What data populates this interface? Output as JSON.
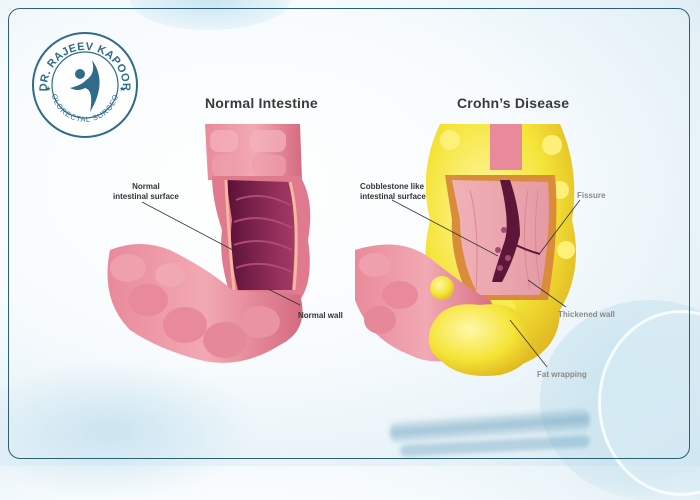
{
  "brand": {
    "name": "DR. RAJEEV KAPOOR",
    "subtitle": "COLORECTAL SURGEON",
    "color": "#2f6b8a"
  },
  "panels": [
    {
      "title": "Normal Intestine",
      "labels": [
        {
          "line1": "Normal",
          "line2": "intestinal surface"
        },
        {
          "line1": "Normal wall"
        }
      ]
    },
    {
      "title": "Crohn’s Disease",
      "labels": [
        {
          "line1": "Cobblestone like",
          "line2": "intestinal surface"
        },
        {
          "line1": "Fissure"
        },
        {
          "line1": "Thickened wall"
        },
        {
          "line1": "Fat wrapping"
        }
      ]
    }
  ],
  "colors": {
    "frame": "#2c5f74",
    "intestine_pink": "#e07a8e",
    "intestine_inner": "#7e1f4a",
    "fat_yellow": "#f3e03a",
    "title_text": "#3a3a3a"
  }
}
